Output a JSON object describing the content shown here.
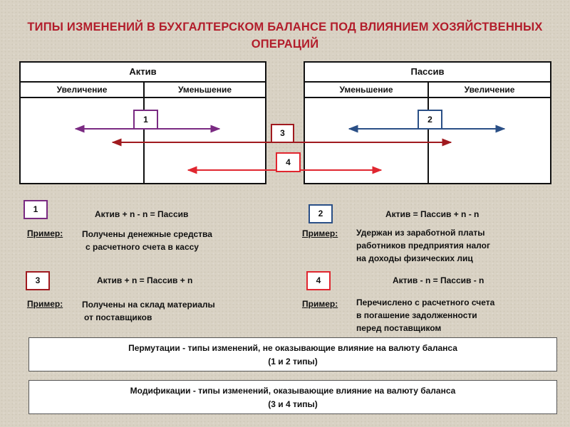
{
  "title": {
    "line1": "ТИПЫ ИЗМЕНЕНИЙ В БУХГАЛТЕРСКОМ БАЛАНСЕ ПОД ВЛИЯНИЕМ ХОЗЯЙСТВЕННЫХ",
    "line2": "ОПЕРАЦИЙ"
  },
  "aktiv": {
    "header": "Актив",
    "left_col": "Увеличение",
    "right_col": "Уменьшение"
  },
  "passiv": {
    "header": "Пассив",
    "left_col": "Уменьшение",
    "right_col": "Увеличение"
  },
  "diagram": {
    "badges": [
      "1",
      "2",
      "3",
      "4"
    ]
  },
  "colors": {
    "title": "#b21d2b",
    "type1": "#7a2a82",
    "type2": "#2a4f86",
    "type3": "#a01a1f",
    "type4": "#e0262f"
  },
  "types": [
    {
      "num": "1",
      "formula": "Актив + n - n = Пассив",
      "example_label": "Пример:",
      "example_line1": "Получены денежные средства",
      "example_line2": "с расчетного счета в кассу",
      "example_line3": ""
    },
    {
      "num": "2",
      "formula": "Актив = Пассив + n - n",
      "example_label": "Пример:",
      "example_line1": "Удержан из заработной платы",
      "example_line2": "работников предприятия налог",
      "example_line3": "на доходы физических лиц"
    },
    {
      "num": "3",
      "formula": "Актив + n = Пассив + n",
      "example_label": "Пример:",
      "example_line1": "Получены на склад материалы",
      "example_line2": "от поставщиков",
      "example_line3": ""
    },
    {
      "num": "4",
      "formula": "Актив - n = Пассив - n",
      "example_label": "Пример:",
      "example_line1": "Перечислено с расчетного счета",
      "example_line2": "в погашение задолженности",
      "example_line3": "перед поставщиком"
    }
  ],
  "banners": [
    {
      "line1": "Пермутации - типы изменений, не оказывающие влияние на валюту баланса",
      "line2": "(1 и 2 типы)"
    },
    {
      "line1": "Модификации - типы изменений, оказывающие влияние на валюту баланса",
      "line2": "(3 и 4 типы)"
    }
  ]
}
